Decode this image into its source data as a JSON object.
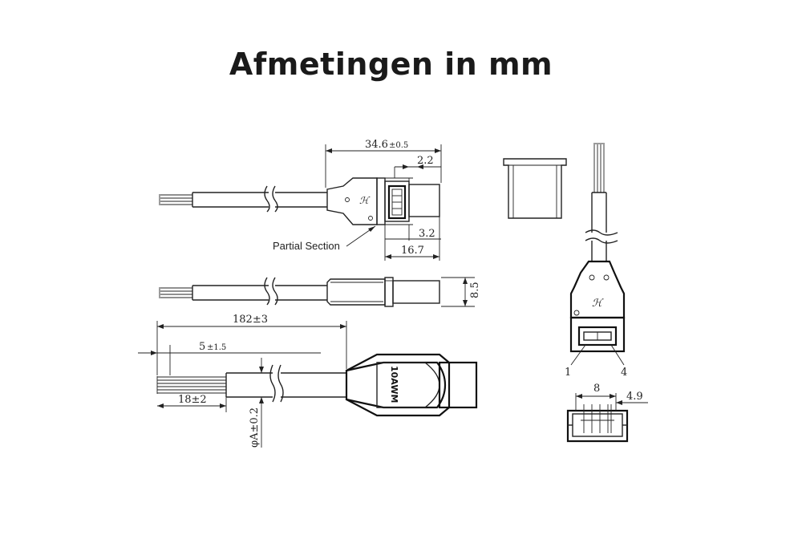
{
  "title": "Afmetingen in mm",
  "top_view": {
    "overall_length": "34.6",
    "overall_length_tol": "±0.5",
    "tip_width": "2.2",
    "section_offset": "3.2",
    "body_length": "16.7",
    "section_label": "Partial Section"
  },
  "side_view": {
    "height": "8.5"
  },
  "bottom_view": {
    "cable_length": "182±3",
    "strip_length": "5",
    "strip_length_tol": "±1.5",
    "lead_length": "18±2",
    "cable_diameter": "φA±0.2",
    "body_marking": "10AWM"
  },
  "front_view": {
    "pin_first": "1",
    "pin_last": "4",
    "pitch_span": "8",
    "depth": "4.9"
  }
}
